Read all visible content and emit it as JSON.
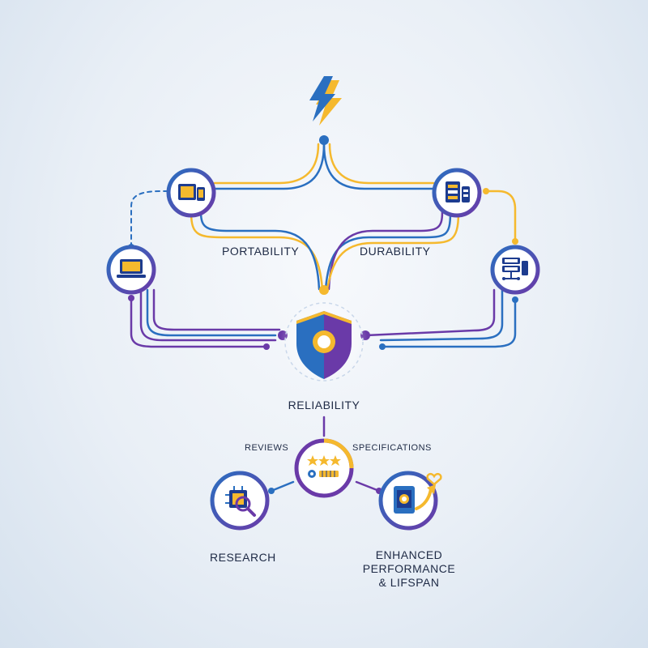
{
  "labels": {
    "portability": "PORTABILITY",
    "durability": "DURABILITY",
    "reliability": "RELIABILITY",
    "reviews": "REVIEWS",
    "specifications": "SPECIFICATIONS",
    "research": "RESEARCH",
    "enhanced_line1": "ENHANCED",
    "enhanced_line2": "PERFORMANCE",
    "enhanced_line3": "& LIFSPAN"
  },
  "colors": {
    "blue": "#2a6fc0",
    "dark_blue": "#1d3c8f",
    "purple": "#6a3aa8",
    "yellow": "#f5b92e",
    "text": "#1e2a45"
  },
  "icons": [
    "lightning-bolt-icon",
    "tablet-phone-icon",
    "laptop-icon",
    "server-rack-icon",
    "network-server-icon",
    "shield-icon",
    "rating-stars-icon",
    "chip-magnifier-icon",
    "tablet-heart-icon"
  ]
}
